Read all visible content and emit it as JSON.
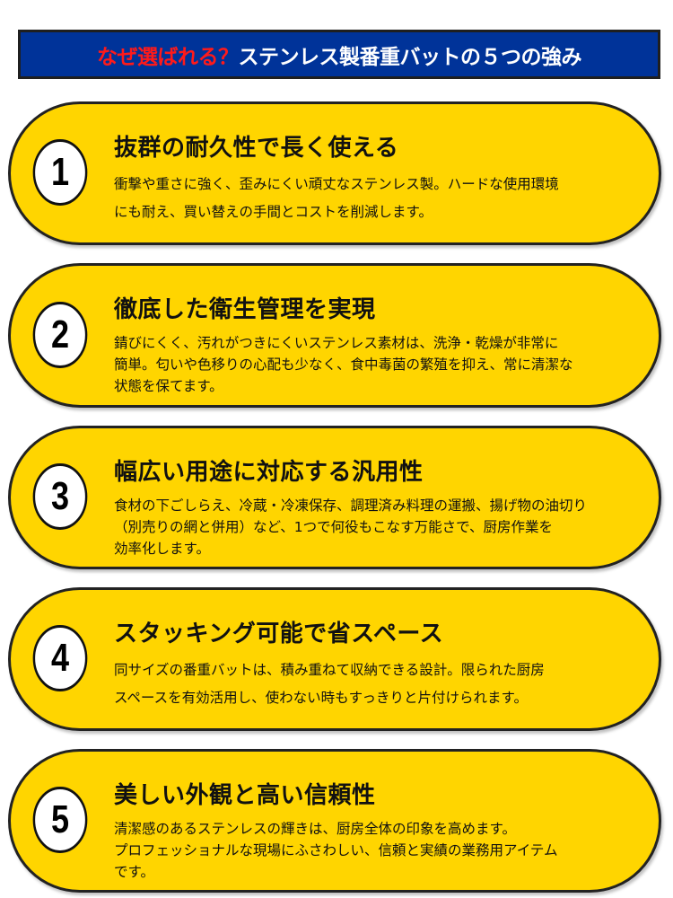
{
  "header": {
    "highlight": "なぜ選ばれる？",
    "title": "ステンレス製番重バットの５つの強み",
    "highlight_color": "#ff1a1a",
    "background_color": "#003399"
  },
  "colors": {
    "pill_fill": "#ffd500",
    "pill_border": "#222222",
    "badge_fill": "#ffffff",
    "text": "#111111"
  },
  "features": [
    {
      "number": "1",
      "title": "抜群の耐久性で長く使える",
      "lines": [
        "衝撃や重さに強く、歪みにくい頑丈なステンレス製。ハードな使用環境",
        "にも耐え、買い替えの手間とコストを削減します。"
      ]
    },
    {
      "number": "2",
      "title": "徹底した衛生管理を実現",
      "lines": [
        "錆びにくく、汚れがつきにくいステンレス素材は、洗浄・乾燥が非常に",
        "簡単。匂いや色移りの心配も少なく、食中毒菌の繁殖を抑え、常に清潔な",
        "状態を保てます。"
      ]
    },
    {
      "number": "3",
      "title": "幅広い用途に対応する汎用性",
      "lines": [
        "食材の下ごしらえ、冷蔵・冷凍保存、調理済み料理の運搬、揚げ物の油切り",
        "（別売りの網と併用）など、1つで何役もこなす万能さで、厨房作業を",
        "効率化します。"
      ]
    },
    {
      "number": "4",
      "title": "スタッキング可能で省スペース",
      "lines": [
        "同サイズの番重バットは、積み重ねて収納できる設計。限られた厨房",
        "スペースを有効活用し、使わない時もすっきりと片付けられます。"
      ]
    },
    {
      "number": "5",
      "title": "美しい外観と高い信頼性",
      "lines": [
        "清潔感のあるステンレスの輝きは、厨房全体の印象を高めます。",
        "プロフェッショナルな現場にふさわしい、信頼と実績の業務用アイテム",
        "です。"
      ]
    }
  ]
}
